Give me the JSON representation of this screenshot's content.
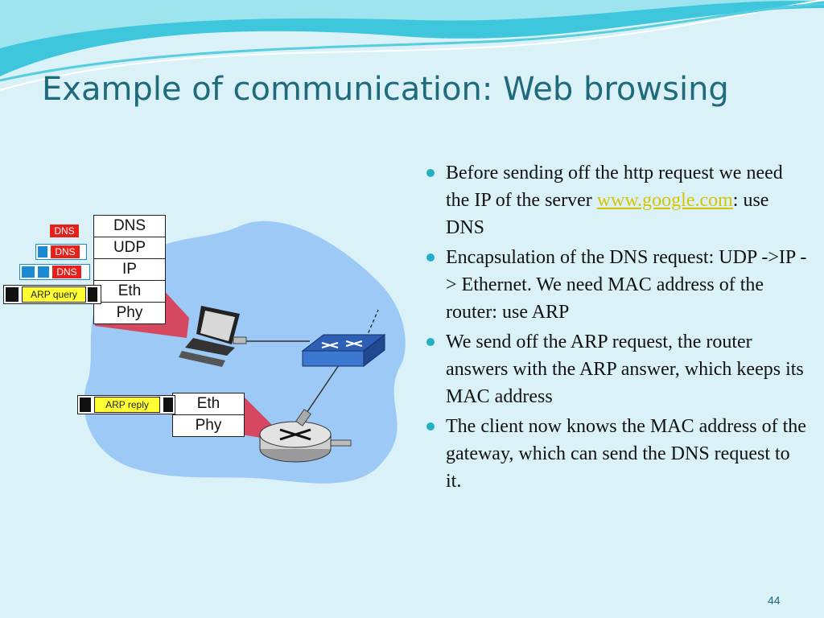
{
  "slide": {
    "title": "Example of communication: Web browsing",
    "page_number": "44"
  },
  "bullets": [
    {
      "before": "Before sending off the http request we need the IP of the server ",
      "link": "www.google.com",
      "after": ": use DNS"
    },
    {
      "text": "Encapsulation of the DNS request: UDP ->IP -> Ethernet. We need MAC address of the router: use ARP"
    },
    {
      "text": "We send off the ARP request, the router answers with the ARP answer, which  keeps its MAC address"
    },
    {
      "text": "The client now knows the MAC address of the gateway, which can send the DNS request to it."
    }
  ],
  "diagram": {
    "client_stack": [
      "DNS",
      "UDP",
      "IP",
      "Eth",
      "Phy"
    ],
    "router_stack": [
      "Eth",
      "Phy"
    ],
    "packet_labels": {
      "dns": "DNS",
      "arp_query": "ARP query",
      "arp_reply": "ARP reply"
    },
    "colors": {
      "background": "#d9f1f7",
      "network_cloud": "#9cc9f5",
      "title": "#1f6b7c",
      "bullet": "#22b0c4",
      "dns_tag": "#e8201c",
      "arp_tag": "#ffff33",
      "link": "#d7c400"
    },
    "icons": [
      "laptop-icon",
      "switch-icon",
      "router-icon"
    ]
  }
}
